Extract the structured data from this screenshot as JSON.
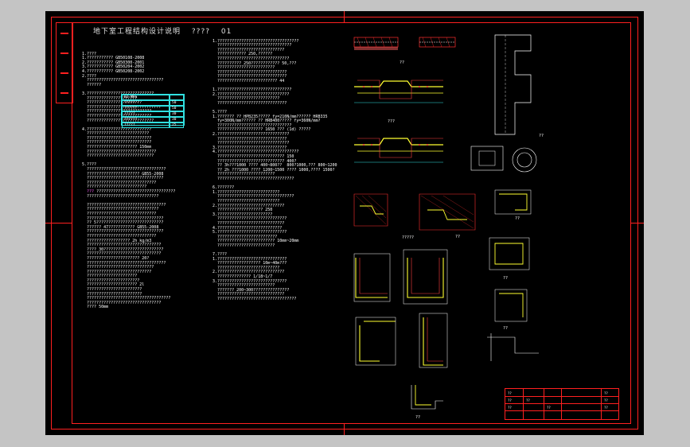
{
  "title": {
    "main": "地下室工程结构设计说明",
    "code1": "????",
    "code2": "01"
  },
  "colors": {
    "background_app": "#c4c4c4",
    "canvas": "#000000",
    "frame": "#ff2020",
    "text": "#ffffff",
    "highlight": "#ffff40",
    "table": "#30e0e0"
  },
  "table": {
    "rows": [
      [
        "82 MPa",
        ""
      ],
      [
        "???????",
        "50"
      ],
      [
        "??????",
        "50"
      ],
      [
        "?????",
        "30"
      ],
      [
        "??????",
        "30"
      ],
      [
        "?????",
        "25"
      ]
    ]
  },
  "col1": {
    "refs": [
      "1.??????????? GB50108-2008",
      "2.??????????? GB50300-2001",
      "3.??????????? GB50204-2002",
      "4.??????????? GB50208-2002"
    ]
  },
  "labels": {
    "detail_1": "??",
    "detail_2": "???",
    "detail_3": "??",
    "detail_4": "?????",
    "detail_5": "??",
    "detail_6": "??",
    "detail_7": "??",
    "detail_8": "??",
    "detail_9": "??"
  },
  "titleblock": {
    "cells": [
      "??",
      "??",
      "??",
      "??",
      "??",
      "??",
      "??",
      "??"
    ]
  }
}
